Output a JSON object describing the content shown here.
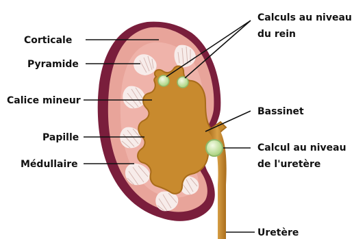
{
  "labels": {
    "corticale": "Corticale",
    "pyramide": "Pyramide",
    "calice_mineur": "Calice mineur",
    "papille": "Papille",
    "medullaire": "Médullaire",
    "calculs_rein_line1": "Calculs au niveau",
    "calculs_rein_line2": "du rein",
    "bassinet": "Bassinet",
    "calcul_uretere_line1": "Calcul au niveau",
    "calcul_uretere_line2": "de l'uretère",
    "uretere": "Uretère"
  },
  "colors": {
    "capsule": "#7a1e3c",
    "cortex": "#e8a49a",
    "cortex_inner": "#f2c2ba",
    "pyramid": "#f7ecea",
    "pyramid_line": "#d6b7b2",
    "pelvis": "#c88a2e",
    "pelvis_edge": "#a86c1a",
    "stone": "#c9e6a2",
    "stone_edge": "#8fb86a",
    "ureter": "#c88a2e",
    "label": "#111111"
  }
}
